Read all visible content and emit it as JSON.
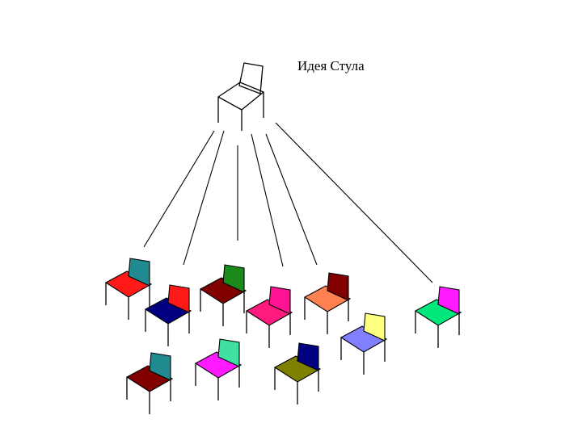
{
  "title": "Идея Стула",
  "chairs": [
    {
      "id": "teal-red",
      "back": "#1f8a90",
      "seat": "#ff1a1a"
    },
    {
      "id": "red-navy",
      "back": "#ff1a1a",
      "seat": "#000080"
    },
    {
      "id": "green-maroon",
      "back": "#1a8a1a",
      "seat": "#800000"
    },
    {
      "id": "pink-pink",
      "back": "#ff1493",
      "seat": "#ff1a80"
    },
    {
      "id": "maroon-orange",
      "back": "#800000",
      "seat": "#ff8050"
    },
    {
      "id": "magenta-green",
      "back": "#ff1aff",
      "seat": "#00e87c"
    },
    {
      "id": "yellow-blue",
      "back": "#ffff80",
      "seat": "#8080ff"
    },
    {
      "id": "teal-maroon",
      "back": "#1f8a90",
      "seat": "#800000"
    },
    {
      "id": "mint-magenta",
      "back": "#40e0a0",
      "seat": "#ff1aff"
    },
    {
      "id": "navy-olive",
      "back": "#000080",
      "seat": "#808000"
    }
  ]
}
